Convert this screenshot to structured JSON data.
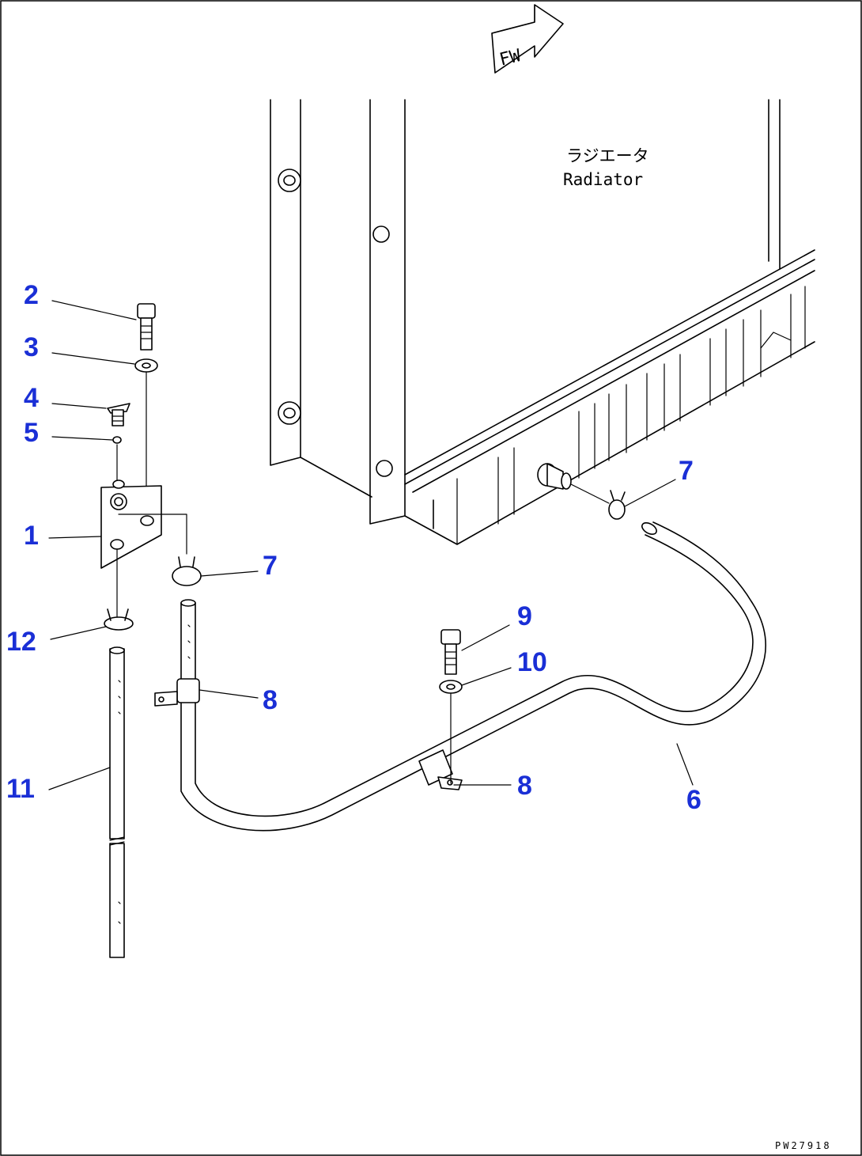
{
  "fw_label": "FW",
  "radiator_label_jp": "ラジエータ",
  "radiator_label_en": "Radiator",
  "drawing_code": "PW27918",
  "callouts": [
    {
      "id": "c-2",
      "label": "2"
    },
    {
      "id": "c-3",
      "label": "3"
    },
    {
      "id": "c-4",
      "label": "4"
    },
    {
      "id": "c-5",
      "label": "5"
    },
    {
      "id": "c-1",
      "label": "1"
    },
    {
      "id": "c-7a",
      "label": "7"
    },
    {
      "id": "c-12",
      "label": "12"
    },
    {
      "id": "c-11",
      "label": "11"
    },
    {
      "id": "c-8a",
      "label": "8"
    },
    {
      "id": "c-7b",
      "label": "7"
    },
    {
      "id": "c-9",
      "label": "9"
    },
    {
      "id": "c-10",
      "label": "10"
    },
    {
      "id": "c-8b",
      "label": "8"
    },
    {
      "id": "c-6",
      "label": "6"
    }
  ]
}
